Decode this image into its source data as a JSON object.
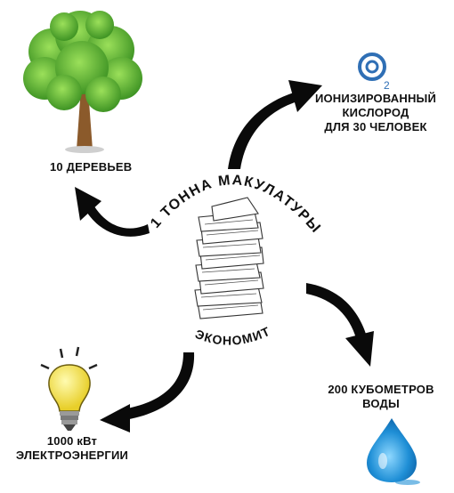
{
  "center": {
    "title_arc": "1 ТОННА МАКУЛАТУРЫ",
    "bottom_arc": "ЭКОНОМИТ"
  },
  "outcomes": {
    "trees": "10 ДЕРЕВЬЕВ",
    "oxygen": {
      "lines": [
        "ИОНИЗИРОВАННЫЙ",
        "КИСЛОРОД",
        "ДЛЯ 30 ЧЕЛОВЕК"
      ],
      "symbol": "2"
    },
    "electricity": {
      "lines": [
        "1000 кВт",
        "ЭЛЕКТРОЭНЕРГИИ"
      ]
    },
    "water": {
      "lines": [
        "200 КУБОМЕТРОВ",
        "ВОДЫ"
      ]
    }
  },
  "icons": {
    "tree": "tree-icon",
    "oxygen": "oxygen-icon",
    "lightbulb": "lightbulb-icon",
    "water_drop": "water-drop-icon",
    "paper_stack": "paper-stack-icon"
  },
  "colors": {
    "tree_leaves": "#5fb532",
    "tree_trunk": "#8b5a2b",
    "oxygen_blue": "#2f6fb5",
    "bulb_yellow": "#f2e24a",
    "water_blue": "#1f8fd6",
    "arrow": "#0a0a0a"
  }
}
